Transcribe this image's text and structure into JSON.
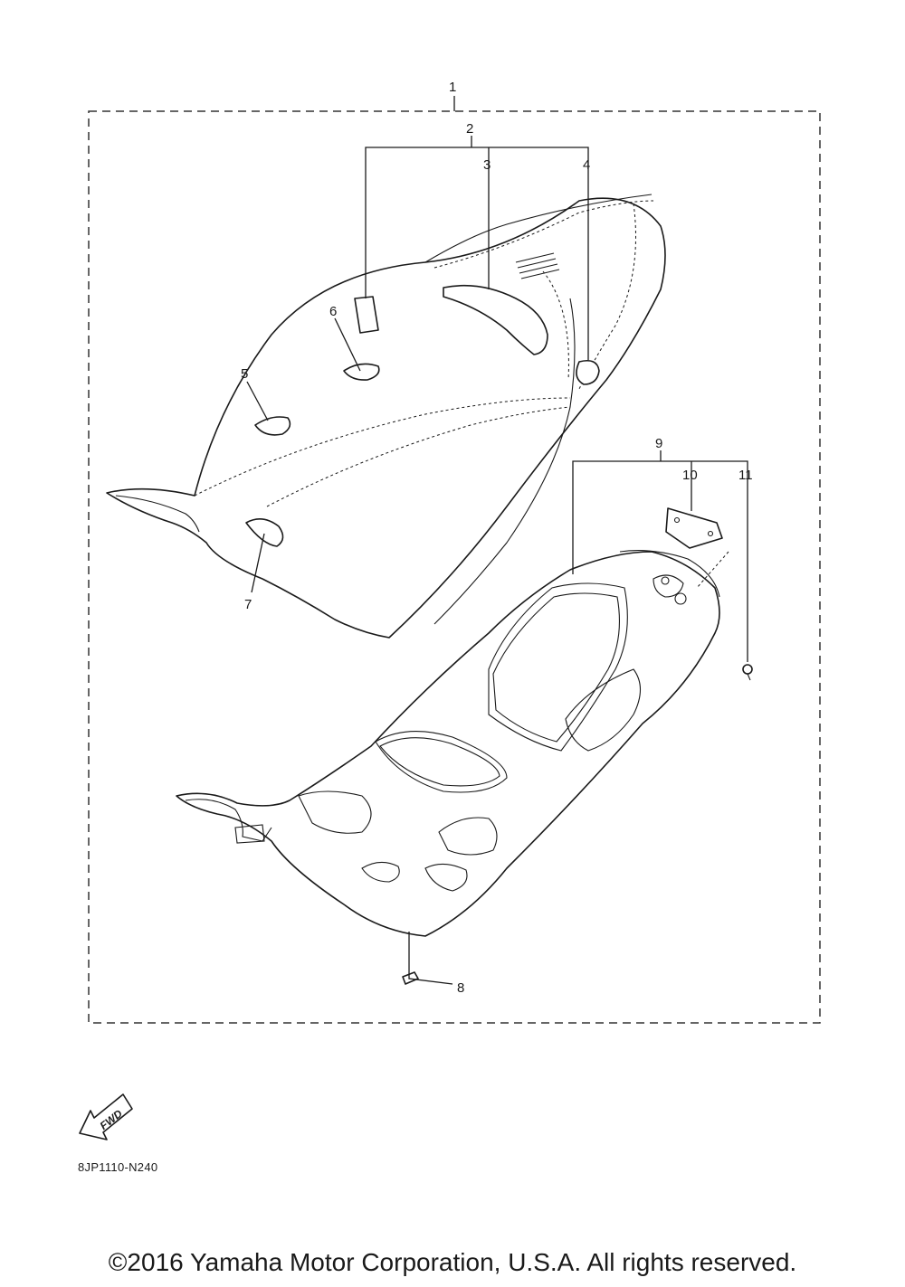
{
  "diagram": {
    "callouts": {
      "c1": "1",
      "c2": "2",
      "c3": "3",
      "c4": "4",
      "c5": "5",
      "c6": "6",
      "c7": "7",
      "c8": "8",
      "c9": "9",
      "c10": "10",
      "c11": "11"
    },
    "fwd_label": "FWD"
  },
  "footer": {
    "drawing_code": "8JP1110-N240",
    "copyright": "©2016 Yamaha Motor Corporation, U.S.A. All rights reserved."
  }
}
